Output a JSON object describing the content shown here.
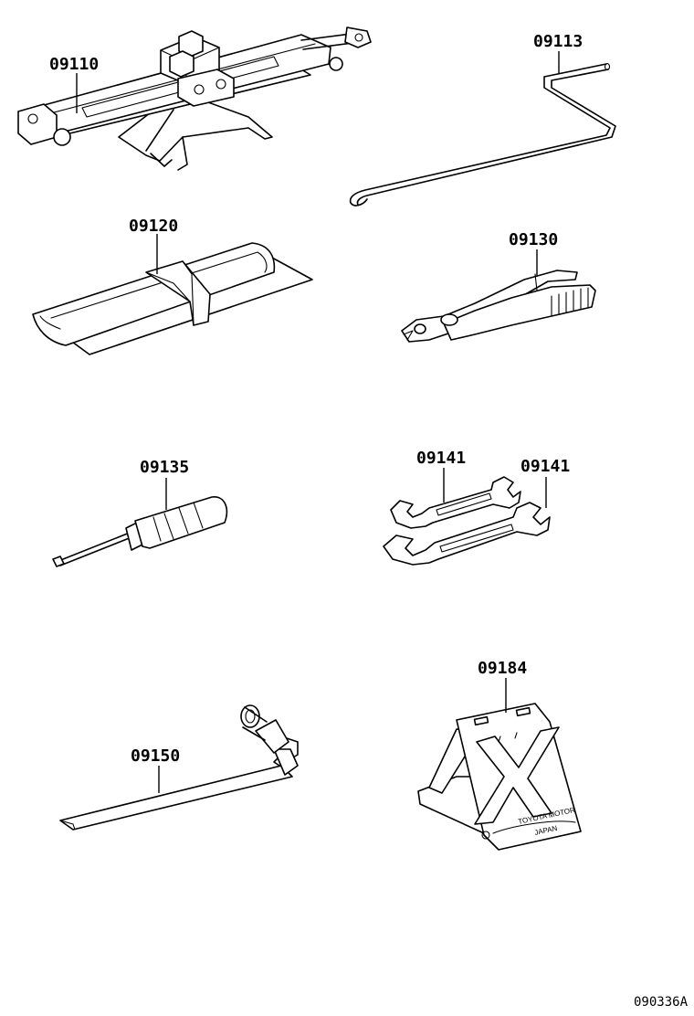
{
  "parts": {
    "jack": {
      "number": "09110",
      "icon": "scissor-jack-icon"
    },
    "jack_handle": {
      "number": "09113",
      "icon": "jack-handle-rod-icon"
    },
    "tool_bag": {
      "number": "09120",
      "icon": "tool-bag-icon"
    },
    "pliers": {
      "number": "09130",
      "icon": "pliers-icon"
    },
    "screwdriver": {
      "number": "09135",
      "icon": "screwdriver-icon"
    },
    "wrench_a": {
      "number": "09141",
      "icon": "open-end-wrench-icon"
    },
    "wrench_b": {
      "number": "09141",
      "icon": "open-end-wrench-icon"
    },
    "lug_wrench": {
      "number": "09150",
      "icon": "lug-wrench-icon"
    },
    "wheel_chock": {
      "number": "09184",
      "icon": "wheel-chock-icon",
      "stamp_line1": "TOYOTA MOTOR",
      "stamp_line2": "JAPAN"
    }
  },
  "footer": {
    "ref_code": "090336A"
  }
}
